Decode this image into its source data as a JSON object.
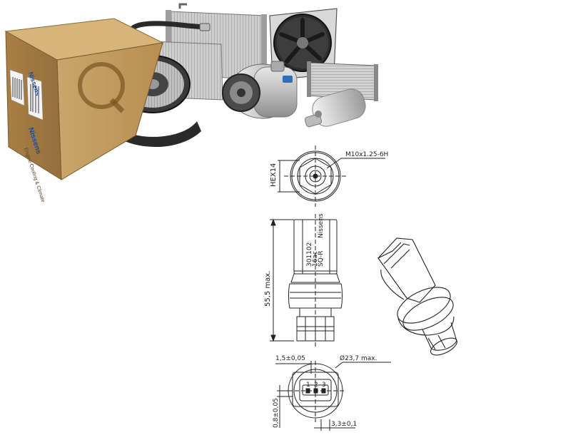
{
  "packaging": {
    "brand": "Nissens",
    "tagline": "Engine Cooling & Climate"
  },
  "drawing": {
    "thread_label": "M10x1.25-6H",
    "hex_label": "HEX14",
    "height_label": "55,5 max.",
    "diameter_label": "Ø23,7 max.",
    "offset_label": "1,5±0,05",
    "vertical_tol_label": "0,8±0,05",
    "pin_pitch_label": "3,3±0,1",
    "part_text": [
      "301102",
      "16ac",
      "SQ-R"
    ],
    "pins": [
      "1",
      "2",
      "3"
    ]
  }
}
